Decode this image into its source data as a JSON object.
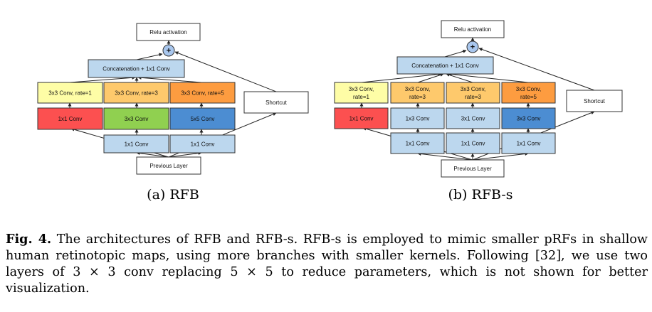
{
  "colors": {
    "light_blue": "#bcd7ee",
    "light_yellow": "#fefda6",
    "light_orange": "#fec96c",
    "orange": "#fd9c40",
    "red": "#fc5050",
    "green": "#90d050",
    "blue": "#4c8dd2",
    "plus_circle": "#a9c7ee",
    "white": "#ffffff",
    "border": "#333333"
  },
  "diagram_a": {
    "sublabel": "(a) RFB",
    "relu": "Relu activation",
    "plus": "+",
    "concat": "Concatenation + 1x1 Conv",
    "dilated": [
      "3x3 Conv, rate=1",
      "3x3 Conv, rate=3",
      "3x3 Conv, rate=5"
    ],
    "convs": [
      "1x1 Conv",
      "3x3 Conv",
      "5x5 Conv"
    ],
    "reduce": [
      "1x1 Conv",
      "1x1 Conv"
    ],
    "shortcut": "Shortcut",
    "input": "Previous Layer"
  },
  "diagram_b": {
    "sublabel": "(b) RFB-s",
    "relu": "Relu activation",
    "plus": "+",
    "concat": "Concatenation + 1x1 Conv",
    "dilated": [
      [
        "3x3 Conv,",
        "rate=1"
      ],
      [
        "3x3 Conv,",
        "rate=3"
      ],
      [
        "3x3 Conv,",
        "rate=3"
      ],
      [
        "3x3 Conv,",
        "rate=5"
      ]
    ],
    "convs": [
      "1x1 Conv",
      "1x3 Conv",
      "3x1 Conv",
      "3x3 Conv"
    ],
    "reduce": [
      "1x1 Conv",
      "1x1 Conv",
      "1x1 Conv"
    ],
    "shortcut": "Shortcut",
    "input": "Previous Layer"
  },
  "caption": {
    "label": "Fig. 4.",
    "text": "The architectures of RFB and RFB-s. RFB-s is employed to mimic smaller pRFs in shallow human retinotopic maps, using more branches with smaller kernels. Following [32], we use two layers of 3 × 3 conv replacing 5 × 5 to reduce parameters, which is not shown for better visualization."
  }
}
